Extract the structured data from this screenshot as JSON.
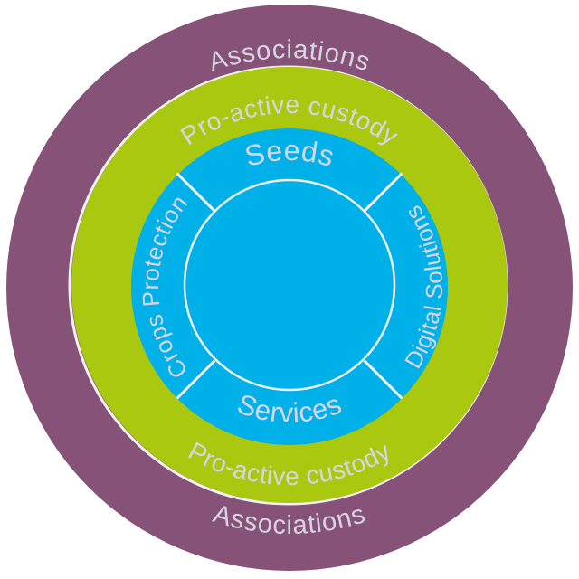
{
  "diagram": {
    "title": "concentric-custody-model",
    "rings": {
      "outer": {
        "label": "Associations",
        "color": "#865278"
      },
      "middle": {
        "label": "Pro-active custody",
        "color": "#aac80f"
      },
      "inner": {
        "color": "#00b0e8",
        "segments": {
          "top": {
            "label": "Seeds"
          },
          "left": {
            "label": "Crops Protection"
          },
          "right": {
            "label": "Digital Solutions"
          },
          "bottom": {
            "label": "Services"
          }
        }
      }
    },
    "colors": {
      "label_text": "#d8d5e2",
      "divider": "#f6f7fa"
    }
  }
}
